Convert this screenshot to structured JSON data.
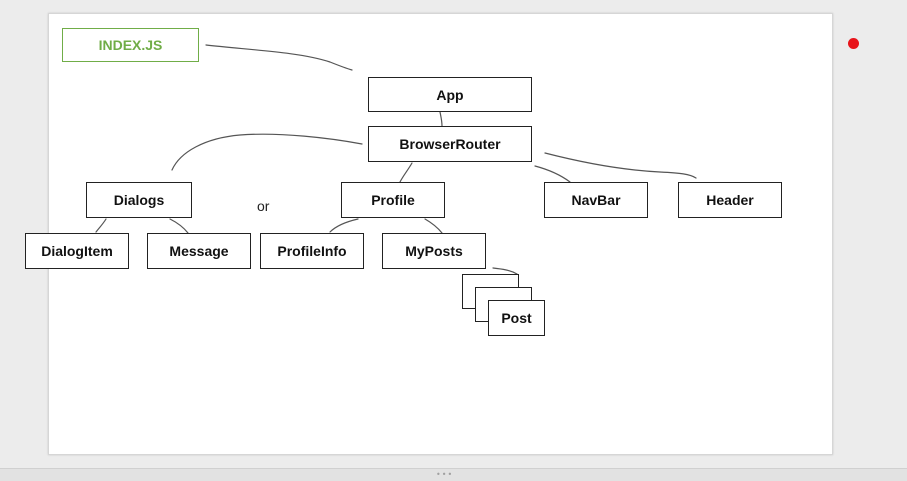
{
  "diagram": {
    "nodes": {
      "index": "INDEX.JS",
      "app": "App",
      "browser_router": "BrowserRouter",
      "dialogs": "Dialogs",
      "profile": "Profile",
      "navbar": "NavBar",
      "header": "Header",
      "dialog_item": "DialogItem",
      "message": "Message",
      "profile_info": "ProfileInfo",
      "my_posts": "MyPosts",
      "post": "Post"
    },
    "or_label": "or",
    "edges": [
      [
        "index",
        "app"
      ],
      [
        "app",
        "browser_router"
      ],
      [
        "browser_router",
        "dialogs"
      ],
      [
        "browser_router",
        "profile"
      ],
      [
        "browser_router",
        "navbar"
      ],
      [
        "browser_router",
        "header"
      ],
      [
        "dialogs",
        "dialog_item"
      ],
      [
        "dialogs",
        "message"
      ],
      [
        "profile",
        "profile_info"
      ],
      [
        "profile",
        "my_posts"
      ],
      [
        "my_posts",
        "post"
      ]
    ]
  },
  "colors": {
    "index_accent": "#70ad47",
    "record_indicator": "#e8141a",
    "box_border": "#222222"
  },
  "icons": {
    "record_indicator": "red-dot-icon",
    "resize_grip": "grip-dots-icon"
  }
}
